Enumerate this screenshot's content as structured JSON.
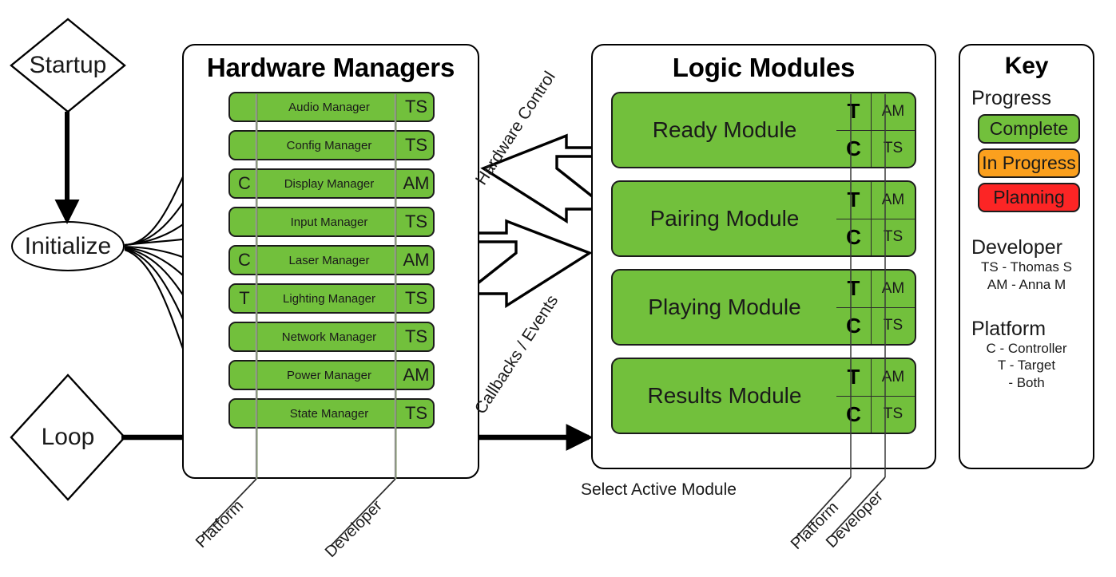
{
  "flow": {
    "startup": "Startup",
    "initialize": "Initialize",
    "loop": "Loop",
    "select_active_module": "Select Active Module",
    "hardware_control": "Hardware Control",
    "callbacks_events": "Callbacks / Events"
  },
  "hardware_panel": {
    "title": "Hardware Managers",
    "column_label_platform": "Platform",
    "column_label_developer": "Developer",
    "rows": [
      {
        "platform": "",
        "name": "Audio Manager",
        "developer": "TS"
      },
      {
        "platform": "",
        "name": "Config Manager",
        "developer": "TS"
      },
      {
        "platform": "C",
        "name": "Display Manager",
        "developer": "AM"
      },
      {
        "platform": "",
        "name": "Input Manager",
        "developer": "TS"
      },
      {
        "platform": "C",
        "name": "Laser Manager",
        "developer": "AM"
      },
      {
        "platform": "T",
        "name": "Lighting Manager",
        "developer": "TS"
      },
      {
        "platform": "",
        "name": "Network Manager",
        "developer": "TS"
      },
      {
        "platform": "",
        "name": "Power Manager",
        "developer": "AM"
      },
      {
        "platform": "",
        "name": "State Manager",
        "developer": "TS"
      }
    ]
  },
  "logic_panel": {
    "title": "Logic Modules",
    "column_label_platform": "Platform",
    "column_label_developer": "Developer",
    "rows": [
      {
        "name": "Ready Module",
        "platform_top": "T",
        "developer_top": "AM",
        "platform_bottom": "C",
        "developer_bottom": "TS"
      },
      {
        "name": "Pairing Module",
        "platform_top": "T",
        "developer_top": "AM",
        "platform_bottom": "C",
        "developer_bottom": "TS"
      },
      {
        "name": "Playing Module",
        "platform_top": "T",
        "developer_top": "AM",
        "platform_bottom": "C",
        "developer_bottom": "TS"
      },
      {
        "name": "Results Module",
        "platform_top": "T",
        "developer_top": "AM",
        "platform_bottom": "C",
        "developer_bottom": "TS"
      }
    ]
  },
  "key_panel": {
    "title": "Key",
    "progress_heading": "Progress",
    "progress_items": [
      {
        "label": "Complete",
        "color": "#72C03C"
      },
      {
        "label": "In Progress",
        "color": "#FBA01E"
      },
      {
        "label": "Planning",
        "color": "#FC2525"
      }
    ],
    "developer_heading": "Developer",
    "developer_items": [
      "TS - Thomas S",
      "AM - Anna M"
    ],
    "platform_heading": "Platform",
    "platform_items": [
      "C - Controller",
      "T - Target",
      "- Both"
    ]
  },
  "colors": {
    "complete": "#72C03C",
    "in_progress": "#FBA01E",
    "planning": "#FC2525",
    "outline": "#000000",
    "guide_line": "#9a9a9a"
  }
}
